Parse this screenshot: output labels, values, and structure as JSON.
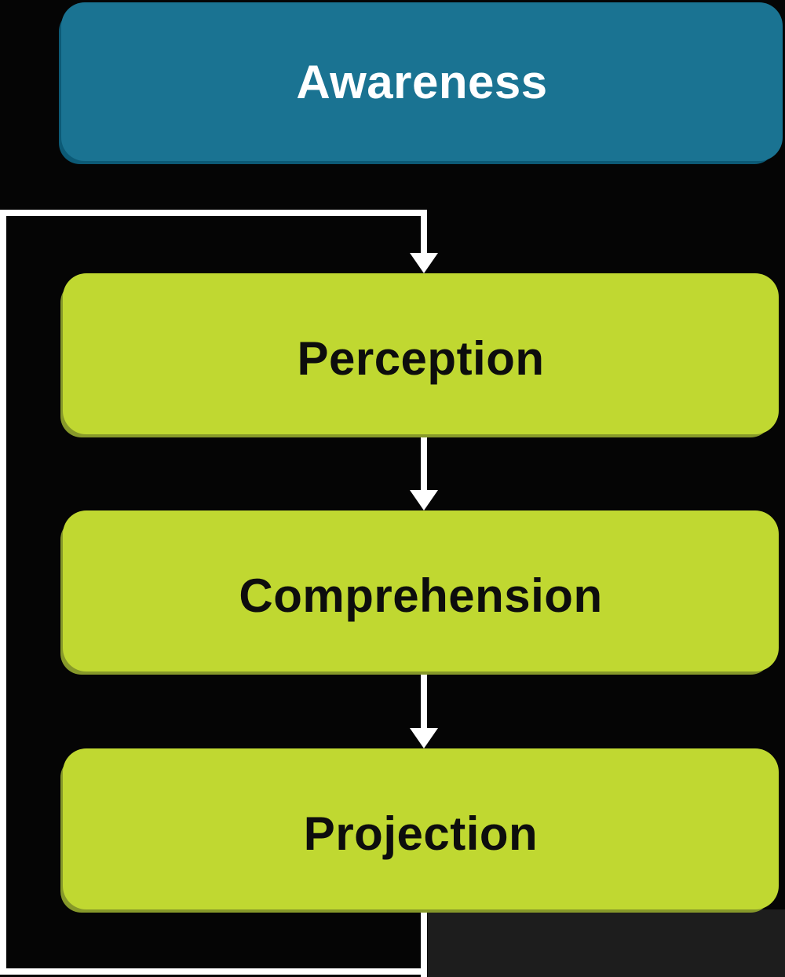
{
  "awareness_box": {
    "label": "Awareness",
    "bg_color": "#1A7392",
    "text_color": "#FFFFFF",
    "shadow_color": "#0C5A76"
  },
  "stages": [
    {
      "label": "Perception"
    },
    {
      "label": "Comprehension"
    },
    {
      "label": "Projection"
    }
  ],
  "stage_style": {
    "bg_color": "#C0D831",
    "text_color": "#0D0D0D",
    "shadow_color": "#87992A"
  },
  "connectors": {
    "color": "#FFFFFF",
    "arrow_targets": [
      "Perception",
      "Comprehension",
      "Projection"
    ],
    "feedback_loop": "bottom-left-top loop from Projection back to Perception"
  },
  "background": {
    "main_color": "#050505",
    "bottom_right_panel_color": "#1D1D1D"
  }
}
